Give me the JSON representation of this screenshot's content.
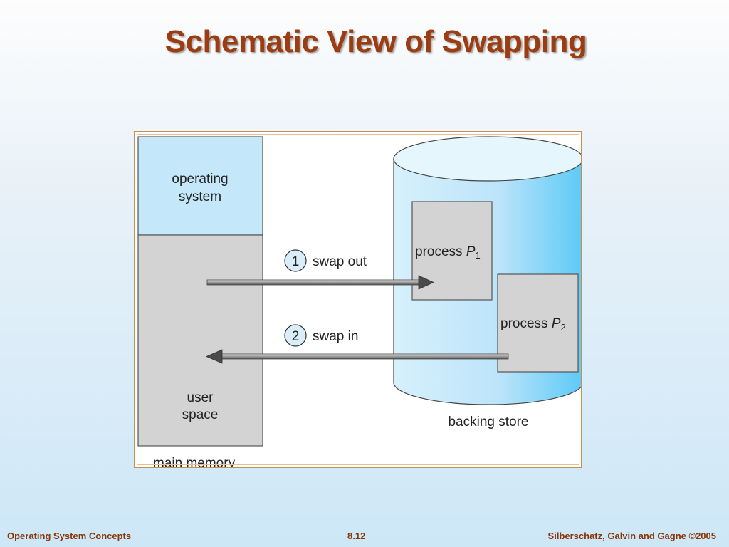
{
  "slide": {
    "title": "Schematic View of Swapping"
  },
  "diagram": {
    "os_label_line1": "operating",
    "os_label_line2": "system",
    "user_label_line1": "user",
    "user_label_line2": "space",
    "main_memory_label": "main memory",
    "backing_store_label": "backing store",
    "process1_text": "process ",
    "process1_name": "P",
    "process1_sub": "1",
    "process2_text": "process ",
    "process2_name": "P",
    "process2_sub": "2",
    "step1_number": "1",
    "step1_label": "swap out",
    "step2_number": "2",
    "step2_label": "swap in",
    "colors": {
      "os_block": "#c4e8fa",
      "user_block": "#d3d3d3",
      "cylinder": "#bde4fa",
      "title": "#9c3c10",
      "frame": "#c8904f"
    }
  },
  "footer": {
    "left": "Operating System Concepts",
    "center": "8.12",
    "right": "Silberschatz, Galvin and Gagne ©2005"
  }
}
